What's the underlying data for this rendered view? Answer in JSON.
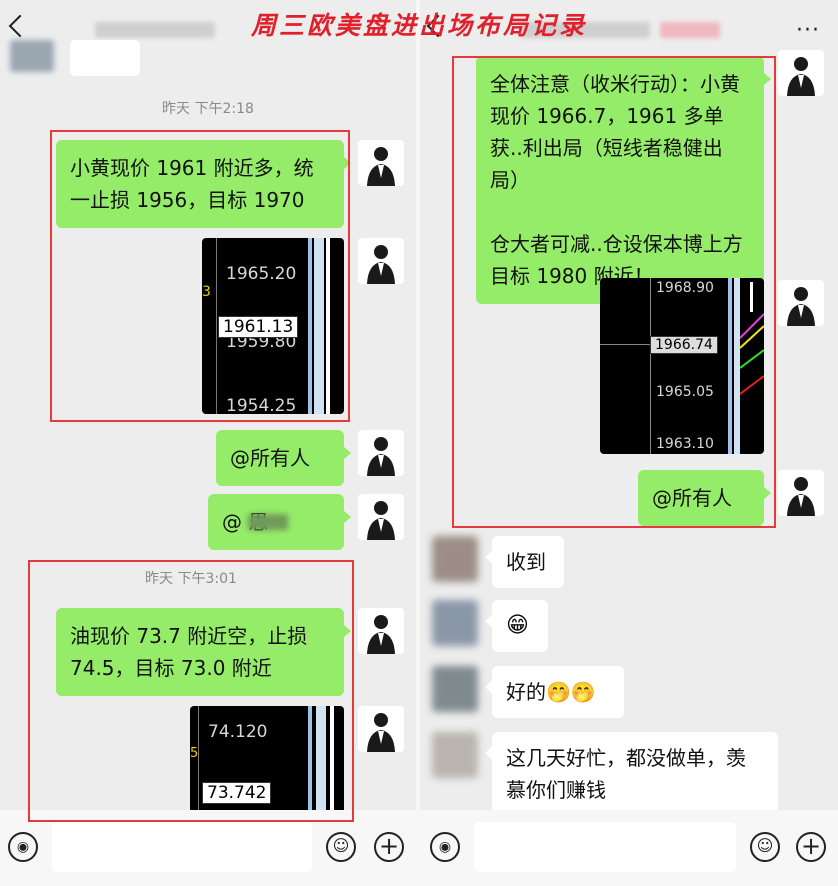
{
  "overlay_title": "周三欧美盘进出场布局记录",
  "left": {
    "header": {
      "title_partial": "赢赢"
    },
    "timestamp1": "昨天 下午2:18",
    "msg_gold": "小黄现价 1961 附近多，统一止损 1956，目标 1970",
    "chart_gold": {
      "labels": [
        "1965.20",
        "1959.80",
        "1954.25"
      ],
      "current": "1961.13",
      "marker": "3"
    },
    "mention_all": "@所有人",
    "mention_user": "@      恩",
    "timestamp2": "昨天 下午3:01",
    "msg_oil": "油现价 73.7 附近空，止损 74.5，目标 73.0 附近",
    "chart_oil": {
      "labels": [
        "74.120"
      ],
      "current": "73.742"
    }
  },
  "right": {
    "header": {
      "title_partial": "赢赢",
      "more": "···"
    },
    "msg_notice": "全体注意（收米行动）：小黄现价 1966.7，1961 多单获..利出局（短线者稳健出局）\n\n仓大者可减..仓设保本博上方目标 1980 附近！",
    "chart_gold2": {
      "labels": [
        "1968.90",
        "1965.05",
        "1963.10"
      ],
      "current": "1966.74"
    },
    "mention_all": "@所有人",
    "reply1": "收到",
    "reply2": "😁",
    "reply3": "好的🤭🤭",
    "reply4": "这几天好忙，都没做单，羡慕你们赚钱"
  },
  "inputbar": {
    "voice": "◉",
    "emoji": "☺",
    "plus": "+"
  },
  "colors": {
    "bubble_green": "#95ec69",
    "frame_red": "#e33b3b",
    "title_red": "#e0202a"
  }
}
